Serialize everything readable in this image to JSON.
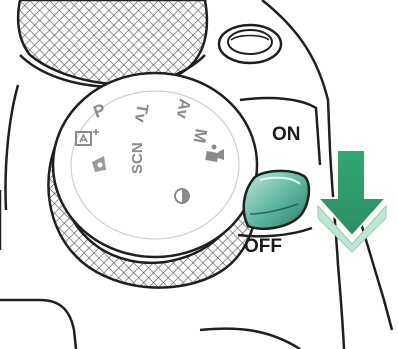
{
  "labels": {
    "on": "ON",
    "off": "OFF"
  },
  "mode_dial": {
    "modes": [
      "P",
      "Tv",
      "Av",
      "M",
      "SCN"
    ],
    "icon_names": [
      "scene-intelligent-auto-icon",
      "creative-assist-icon",
      "movie-mode-icon",
      "special-scene-icon"
    ]
  },
  "colors": {
    "switch": "#2f8f7a",
    "switch_light": "#a8dccd",
    "arrow": "#2e9b6a",
    "arrow_light": "#bfe6d3",
    "outline": "#1f1f1f"
  }
}
